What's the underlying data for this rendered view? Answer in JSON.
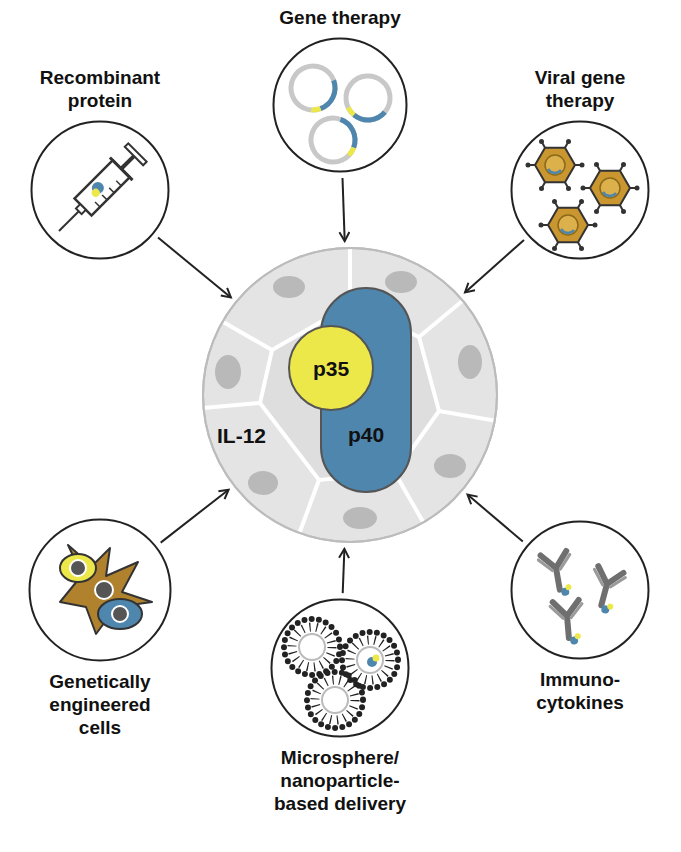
{
  "diagram": {
    "nodes": [
      {
        "text": [
          "Gene therapy"
        ]
      },
      {
        "text": [
          "Recombinant protein"
        ]
      },
      {
        "text": [
          "Viral gene therapy"
        ]
      },
      {
        "text": [
          "IL-12"
        ]
      },
      {
        "text": [
          "p35"
        ],
        "in": 3
      },
      {
        "text": [
          "p40"
        ],
        "in": 3
      },
      {
        "text": [
          "Genetically engineered cells"
        ]
      },
      {
        "text": [
          "Immuno- cytokines"
        ]
      },
      {
        "text": [
          "Microsphere/ nanoparticle- based delivery"
        ]
      }
    ],
    "edges": [
      {
        "from": 0,
        "to": 3,
        "arrow": "to"
      },
      {
        "from": 1,
        "to": 3,
        "arrow": "to"
      },
      {
        "from": 2,
        "to": 3,
        "arrow": "to"
      },
      {
        "from": 6,
        "to": 3,
        "arrow": "to"
      },
      {
        "from": 7,
        "to": 3,
        "arrow": "to"
      },
      {
        "from": 8,
        "to": 3,
        "arrow": "to"
      }
    ]
  }
}
